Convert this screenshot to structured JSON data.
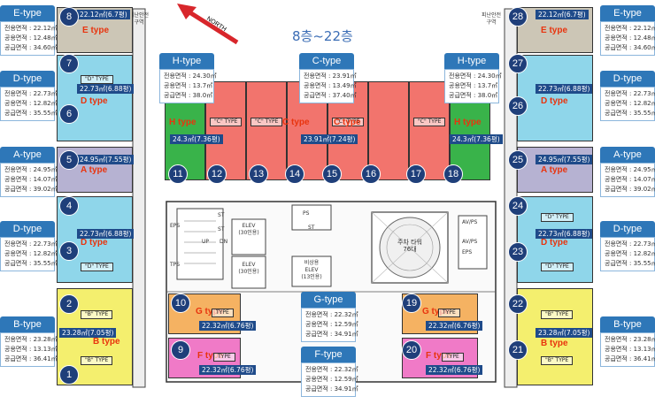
{
  "floor_range": "8층~22층",
  "north_label": "NORTH",
  "cards": {
    "E_left": {
      "name": "E-type",
      "r1": "전용면적 : 22.12㎡",
      "r2": "공용면적 : 12.48㎡",
      "r3": "공급면적 : 34.60㎡"
    },
    "D_left1": {
      "name": "D-type",
      "r1": "전용면적 : 22.73㎡",
      "r2": "공용면적 : 12.82㎡",
      "r3": "공급면적 : 35.55㎡"
    },
    "A_left": {
      "name": "A-type",
      "r1": "전용면적 : 24.95㎡",
      "r2": "공용면적 : 14.07㎡",
      "r3": "공급면적 : 39.02㎡"
    },
    "D_left2": {
      "name": "D-type",
      "r1": "전용면적 : 22.73㎡",
      "r2": "공용면적 : 12.82㎡",
      "r3": "공급면적 : 35.55㎡"
    },
    "B_left": {
      "name": "B-type",
      "r1": "전용면적 : 23.28㎡",
      "r2": "공용면적 : 13.13㎡",
      "r3": "공급면적 : 36.41㎡"
    },
    "H_left": {
      "name": "H-type",
      "r1": "전용면적 : 24.30㎡",
      "r2": "공용면적 : 13.7㎡",
      "r3": "공급면적 : 38.0㎡"
    },
    "C_mid": {
      "name": "C-type",
      "r1": "전용면적 : 23.91㎡",
      "r2": "공용면적 : 13.49㎡",
      "r3": "공급면적 : 37.40㎡"
    },
    "H_right": {
      "name": "H-type",
      "r1": "전용면적 : 24.30㎡",
      "r2": "공용면적 : 13.7㎡",
      "r3": "공급면적 : 38.0㎡"
    },
    "G_mid": {
      "name": "G-type",
      "r1": "전용면적 : 22.32㎡",
      "r2": "공용면적 : 12.59㎡",
      "r3": "공급면적 : 34.91㎡"
    },
    "F_mid": {
      "name": "F-type",
      "r1": "전용면적 : 22.32㎡",
      "r2": "공용면적 : 12.59㎡",
      "r3": "공급면적 : 34.91㎡"
    },
    "E_right": {
      "name": "E-type",
      "r1": "전용면적 : 22.12㎡",
      "r2": "공용면적 : 12.48㎡",
      "r3": "공급면적 : 34.60㎡"
    },
    "D_right1": {
      "name": "D-type",
      "r1": "전용면적 : 22.73㎡",
      "r2": "공용면적 : 12.82㎡",
      "r3": "공급면적 : 35.55㎡"
    },
    "A_right": {
      "name": "A-type",
      "r1": "전용면적 : 24.95㎡",
      "r2": "공용면적 : 14.07㎡",
      "r3": "공급면적 : 39.02㎡"
    },
    "D_right2": {
      "name": "D-type",
      "r1": "전용면적 : 22.73㎡",
      "r2": "공용면적 : 12.82㎡",
      "r3": "공급면적 : 35.55㎡"
    },
    "B_right": {
      "name": "B-type",
      "r1": "전용면적 : 23.28㎡",
      "r2": "공용면적 : 13.13㎡",
      "r3": "공급면적 : 36.41㎡"
    }
  },
  "areas": {
    "E": "22.12㎡(6.7평)",
    "D": "22.73㎡(6.88평)",
    "A": "24.95㎡(7.55평)",
    "B": "23.28㎡(7.05평)",
    "H": "24.3㎡(7.36평)",
    "C": "23.91㎡(7.24평)",
    "GF": "22.32㎡(6.76평)"
  },
  "type_labels": {
    "E": "E type",
    "D": "D type",
    "A": "A type",
    "B": "B type",
    "H": "H type",
    "C": "C type",
    "G": "G type",
    "F": "F type"
  },
  "tags": {
    "D": "\"D\" TYPE",
    "B": "\"B\" TYPE",
    "C": "\"C\" TYPE",
    "H": "\"H\" TYPE",
    "G": "TYPE",
    "F": "TYPE"
  },
  "unit_numbers": [
    "1",
    "2",
    "3",
    "4",
    "5",
    "6",
    "7",
    "8",
    "9",
    "10",
    "11",
    "12",
    "13",
    "14",
    "15",
    "16",
    "17",
    "18",
    "19",
    "20",
    "21",
    "22",
    "23",
    "24",
    "25",
    "26",
    "27",
    "28"
  ],
  "labels": {
    "refuge": "피난안전구역",
    "refuge_l1": "피난안전",
    "refuge_l2": "구역",
    "elev_top": "ELEV",
    "elev_top2": "(30인용)",
    "elev_mid": "ELEV",
    "elev_mid2": "(30인용)",
    "elev_emerg": "비상용",
    "elev_emerg2": "ELEV",
    "elev_emerg3": "(13인용)",
    "parking": "주차 타워",
    "parking2": "76대",
    "eps": "EPS",
    "tps": "TPS",
    "ps": "PS",
    "st": "ST",
    "up": "UP",
    "dn": "DN",
    "av": "AV/PS"
  },
  "colors": {
    "E": "#ccc6b6",
    "D": "#8fd6ea",
    "A": "#b6b2d2",
    "B": "#f4ef6e",
    "H": "#39b34a",
    "C": "#f2746d",
    "G": "#f5b262",
    "F": "#f07ac7",
    "accent": "#2e77b8",
    "badge": "#1f3f7a",
    "type_text": "#e8340e"
  }
}
